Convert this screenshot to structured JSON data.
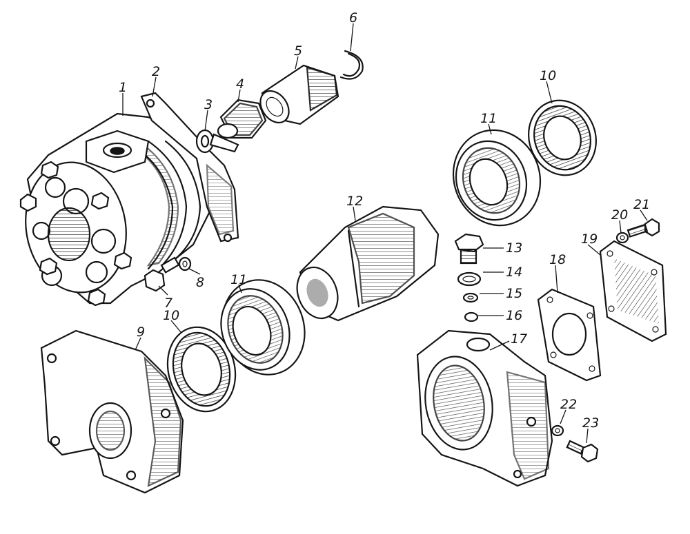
{
  "callouts": [
    {
      "id": "c1",
      "label": "1"
    },
    {
      "id": "c2",
      "label": "2"
    },
    {
      "id": "c3",
      "label": "3"
    },
    {
      "id": "c4",
      "label": "4"
    },
    {
      "id": "c5",
      "label": "5"
    },
    {
      "id": "c6",
      "label": "6"
    },
    {
      "id": "c7",
      "label": "7"
    },
    {
      "id": "c8",
      "label": "8"
    },
    {
      "id": "c9",
      "label": "9"
    },
    {
      "id": "c10a",
      "label": "10"
    },
    {
      "id": "c10b",
      "label": "10"
    },
    {
      "id": "c11a",
      "label": "11"
    },
    {
      "id": "c11b",
      "label": "11"
    },
    {
      "id": "c12",
      "label": "12"
    },
    {
      "id": "c13",
      "label": "13"
    },
    {
      "id": "c14",
      "label": "14"
    },
    {
      "id": "c15",
      "label": "15"
    },
    {
      "id": "c16",
      "label": "16"
    },
    {
      "id": "c17",
      "label": "17"
    },
    {
      "id": "c18",
      "label": "18"
    },
    {
      "id": "c19",
      "label": "19"
    },
    {
      "id": "c20",
      "label": "20"
    },
    {
      "id": "c21",
      "label": "21"
    },
    {
      "id": "c22",
      "label": "22"
    },
    {
      "id": "c23",
      "label": "23"
    }
  ]
}
